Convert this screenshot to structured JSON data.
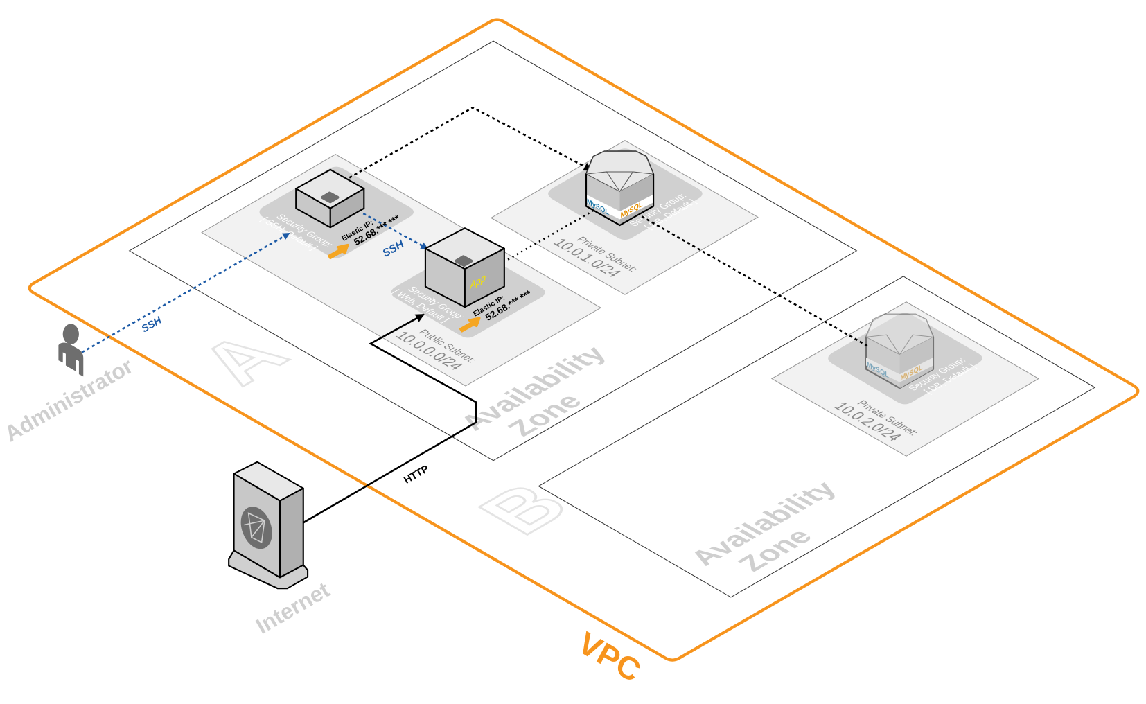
{
  "colors": {
    "vpc": "#f7941d",
    "ssh": "#1c5aa6",
    "subnet": "#f2f2f2",
    "security_group": "#d0d0d0",
    "label_gray": "#c8c8c8",
    "elastic_arrow": "#f5a623",
    "app_text": "#f5e400"
  },
  "vpc": {
    "label": "VPC"
  },
  "zones": [
    {
      "letter": "A",
      "label_line1": "Availability",
      "label_line2": "Zone"
    },
    {
      "letter": "B",
      "label_line1": "Availability",
      "label_line2": "Zone"
    }
  ],
  "subnets": {
    "public": {
      "label": "Public Subnet:",
      "cidr": "10.0.0.0/24"
    },
    "private1": {
      "label": "Private Subnet:",
      "cidr": "10.0.1.0/24"
    },
    "private2": {
      "label": "Private Subnet:",
      "cidr": "10.0.2.0/24"
    }
  },
  "security_groups": {
    "ssh": {
      "line1": "Security Group:",
      "line2": "[ SSH, Default ]"
    },
    "web": {
      "line1": "Security Group:",
      "line2": "[ Web, Default ]"
    },
    "db1": {
      "line1": "Security Group:",
      "line2": "[ DB, Default ]"
    },
    "db2": {
      "line1": "Security Group:",
      "line2": "[ DB, Default ]"
    }
  },
  "instances": {
    "bastion": {
      "eip_label": "Elastic IP:",
      "eip_value": "52.68.*** ***"
    },
    "app": {
      "badge": "App",
      "eip_label": "Elastic IP:",
      "eip_value": "52.68.*** ***"
    },
    "db_logo": "MySQL"
  },
  "connections": {
    "ssh1": "SSH",
    "ssh2": "SSH",
    "http": "HTTP"
  },
  "actors": {
    "administrator": "Administrator",
    "internet": "Internet"
  },
  "icons": [
    "user-icon",
    "internet-gateway-icon",
    "ec2-instance-icon",
    "mysql-db-icon",
    "elastic-ip-arrow-icon"
  ]
}
